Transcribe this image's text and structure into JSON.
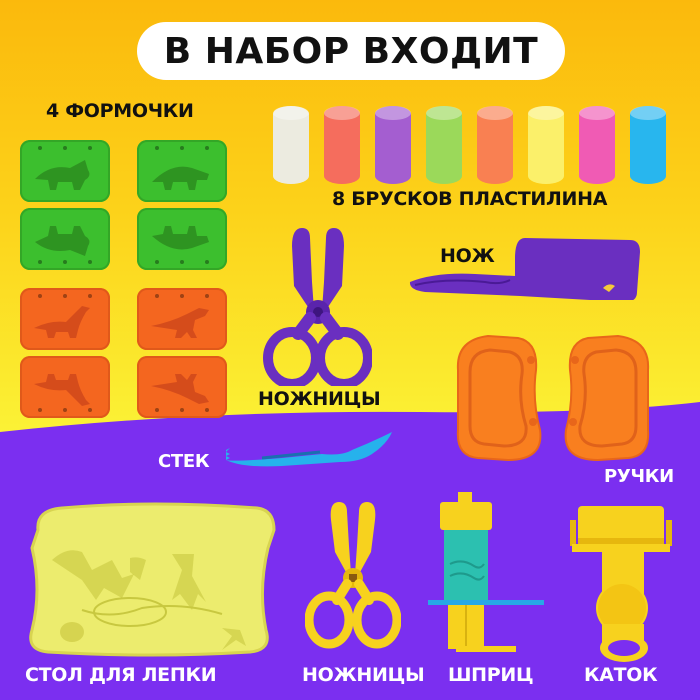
{
  "title": "В НАБОР ВХОДИТ",
  "colors": {
    "background_top": "#fbb90c",
    "background_mid": "#fbeb2f",
    "background_bottom_purple": "#7b2ff0",
    "label_dark": "#111111",
    "label_light": "#ffffff"
  },
  "molds": {
    "label": "4 ФОРМОЧКИ",
    "items": [
      {
        "color": "green",
        "dino": "triceratops"
      },
      {
        "color": "green",
        "dino": "stegosaurus"
      },
      {
        "color": "orange",
        "dino": "brachiosaurus"
      },
      {
        "color": "orange",
        "dino": "t-rex"
      }
    ]
  },
  "plasticine": {
    "label": "8 БРУСКОВ ПЛАСТИЛИНА",
    "sticks": [
      "#ecebe0",
      "#f56d5d",
      "#a45ed0",
      "#9bd95a",
      "#f98052",
      "#fbf06a",
      "#f05bb4",
      "#28b6ee"
    ]
  },
  "items": {
    "knife": "НОЖ",
    "scissors_top": "НОЖНИЦЫ",
    "stack": "СТЕК",
    "handles": "РУЧКИ",
    "table": "СТОЛ ДЛЯ ЛЕПКИ",
    "scissors_bottom": "НОЖНИЦЫ",
    "syringe": "ШПРИЦ",
    "roller": "КАТОК"
  }
}
